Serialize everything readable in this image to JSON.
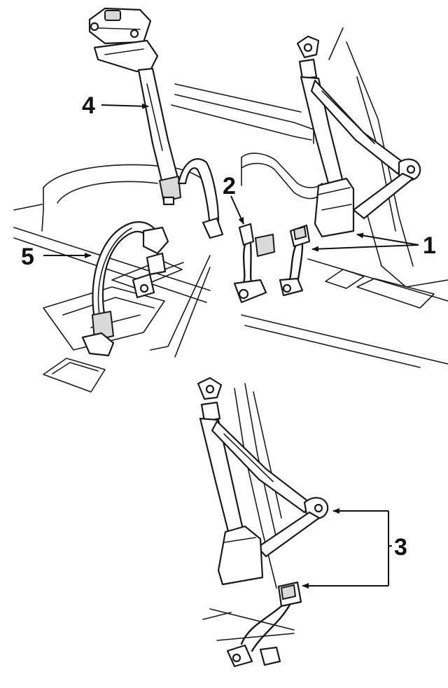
{
  "diagram": {
    "background": "#ffffff",
    "ink": "#111111",
    "callouts": [
      {
        "id": "1",
        "label": "1"
      },
      {
        "id": "2",
        "label": "2"
      },
      {
        "id": "3",
        "label": "3"
      },
      {
        "id": "4",
        "label": "4"
      },
      {
        "id": "5",
        "label": "5"
      }
    ]
  }
}
